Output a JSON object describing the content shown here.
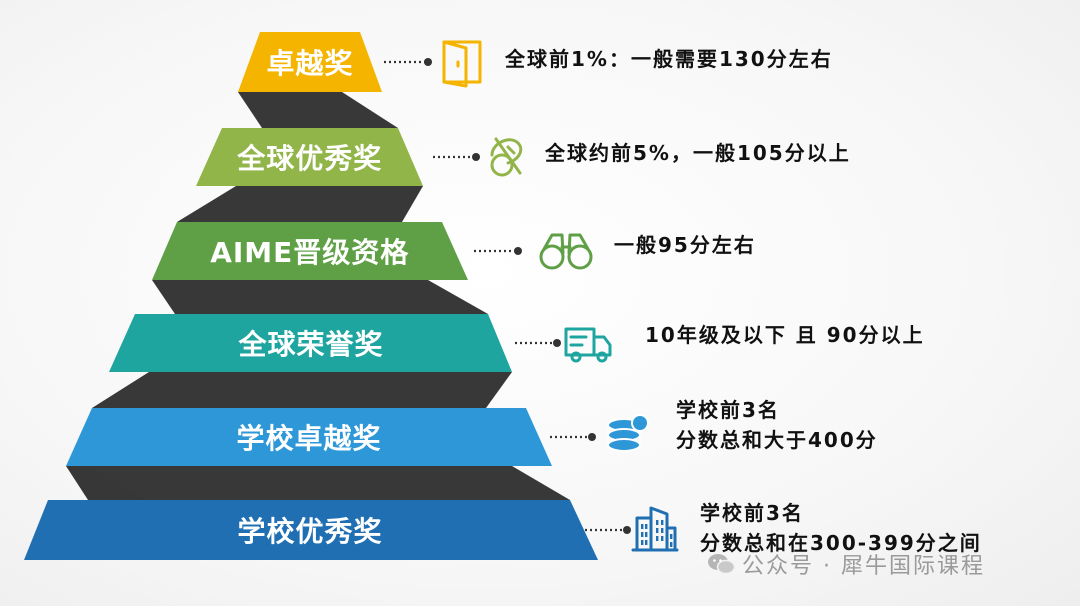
{
  "tiers": [
    {
      "label": "卓越奖",
      "color": "#f4b400",
      "icon": "door-icon",
      "lines": [
        "全球前1%：一般需要130分左右"
      ]
    },
    {
      "label": "全球优秀奖",
      "color": "#92b54a",
      "icon": "location-pin-icon",
      "lines": [
        "全球约前5%，一般105分以上"
      ]
    },
    {
      "label": "AIME晋级资格",
      "color": "#5fa046",
      "icon": "binoculars-icon",
      "lines": [
        "一般95分左右"
      ]
    },
    {
      "label": "全球荣誉奖",
      "color": "#1fa5a0",
      "icon": "truck-icon",
      "lines": [
        "10年级及以下 且 90分以上"
      ]
    },
    {
      "label": "学校卓越奖",
      "color": "#2e97d8",
      "icon": "coins-icon",
      "lines": [
        "学校前3名",
        "分数总和大于400分"
      ]
    },
    {
      "label": "学校优秀奖",
      "color": "#1f6fb2",
      "icon": "buildings-icon",
      "lines": [
        "学校前3名",
        "分数总和在300-399分之间"
      ]
    }
  ],
  "colors": {
    "shadow": "#222222",
    "connector": "#333333"
  },
  "watermark": {
    "text": "公众号 · 犀牛国际课程",
    "icon": "wechat-icon"
  }
}
